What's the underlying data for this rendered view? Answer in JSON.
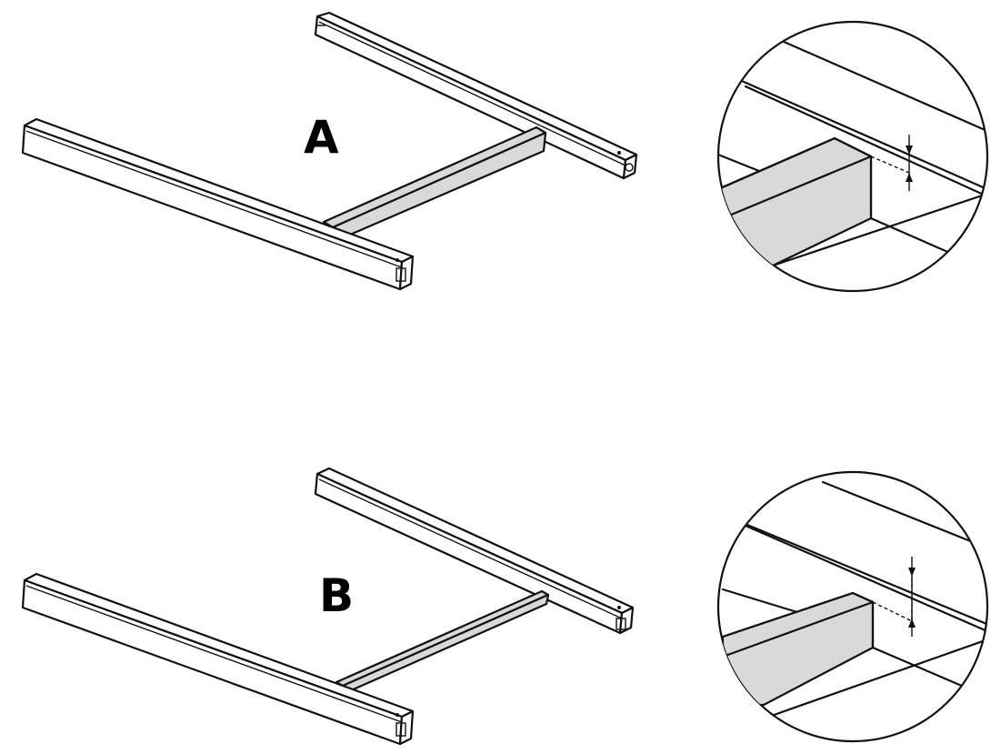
{
  "figures": [
    {
      "id": "A",
      "label": "A"
    },
    {
      "id": "B",
      "label": "B"
    }
  ],
  "colors": {
    "line": "#111111",
    "crossbar_fill": "#d9d9d9",
    "background": "#ffffff"
  }
}
